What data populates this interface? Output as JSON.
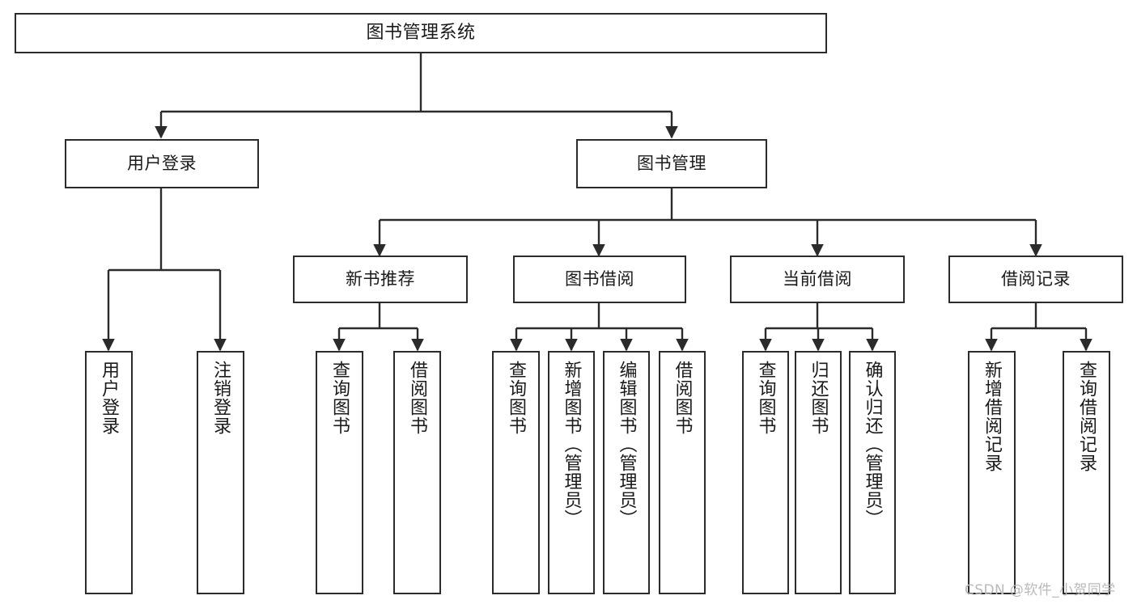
{
  "diagram": {
    "type": "tree-hierarchy",
    "title": "图书管理系统",
    "orientation": "top-down",
    "line_color": "#2b2b2b",
    "box_fill": "#ffffff",
    "text_color": "#1a1a1a"
  },
  "root": {
    "label": "图书管理系统"
  },
  "level1": [
    {
      "label": "用户登录"
    },
    {
      "label": "图书管理"
    }
  ],
  "level2": [
    {
      "label": "新书推荐"
    },
    {
      "label": "图书借阅"
    },
    {
      "label": "当前借阅"
    },
    {
      "label": "借阅记录"
    }
  ],
  "leaves": {
    "user_login": [
      {
        "label": "用户登录"
      },
      {
        "label": "注销登录"
      }
    ],
    "new_book_recommend": [
      {
        "label": "查询图书"
      },
      {
        "label": "借阅图书"
      }
    ],
    "book_borrow": [
      {
        "label": "查询图书"
      },
      {
        "label": "新增图书（管理员）"
      },
      {
        "label": "编辑图书（管理员）"
      },
      {
        "label": "借阅图书"
      }
    ],
    "current_borrow": [
      {
        "label": "查询图书"
      },
      {
        "label": "归还图书"
      },
      {
        "label": "确认归还（管理员）"
      }
    ],
    "borrow_record": [
      {
        "label": "新增借阅记录"
      },
      {
        "label": "查询借阅记录"
      }
    ]
  },
  "watermark": {
    "text": "CSDN @软件_小贺同学"
  }
}
